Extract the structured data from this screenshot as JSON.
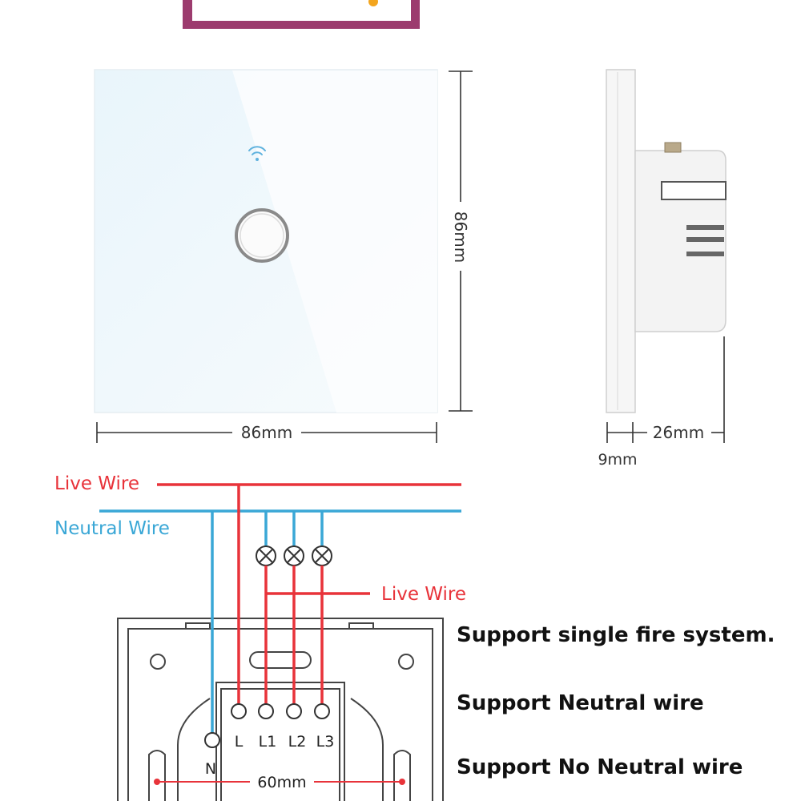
{
  "banner": {
    "text": ""
  },
  "front_view": {
    "width_label": "86mm",
    "height_label": "86mm"
  },
  "side_view": {
    "depth_label": "26mm",
    "plate_label": "9mm"
  },
  "wiring": {
    "live_wire_top": "Live Wire",
    "neutral_wire": "Neutral Wire",
    "live_wire_loads": "Live Wire",
    "terminals": [
      "N",
      "L",
      "L1",
      "L2",
      "L3"
    ],
    "spacing_label": "60mm"
  },
  "features": [
    "Support single fire system.",
    "Support Neutral wire",
    "Support No Neutral wire"
  ],
  "colors": {
    "live": "#e8333a",
    "neutral": "#3aa7d6",
    "banner_border": "#9c3b6e"
  }
}
